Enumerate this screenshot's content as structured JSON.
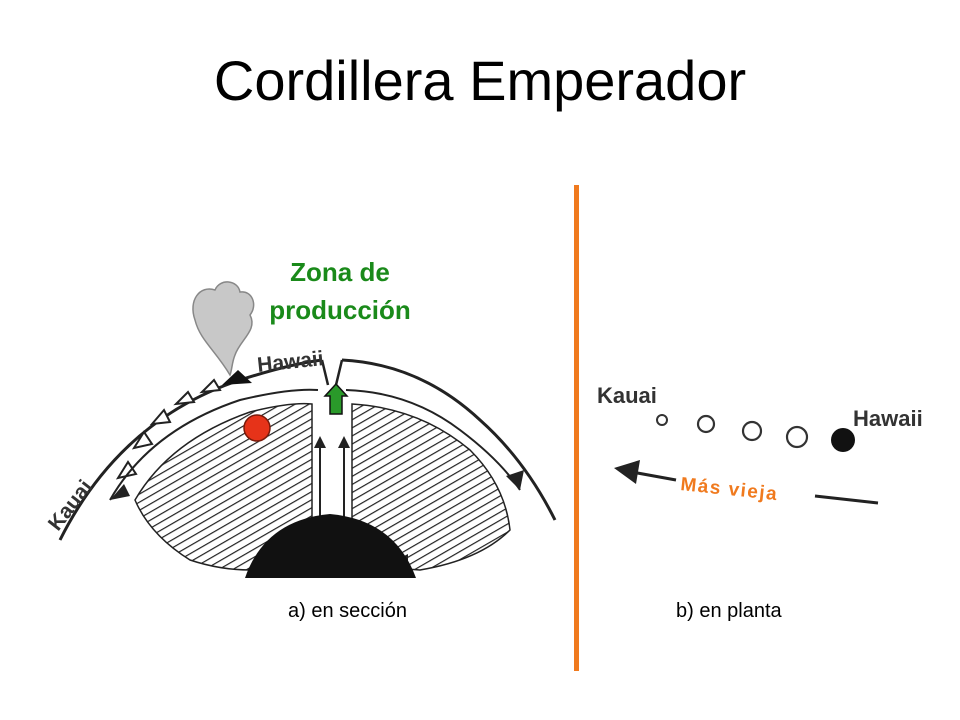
{
  "title": "Cordillera Emperador",
  "zone_label_line1": "Zona de",
  "zone_label_line2": "producción",
  "section": {
    "label_hawaii": "Hawaii",
    "label_kauai": "Kauai",
    "caption": "a) en sección"
  },
  "plan": {
    "label_kauai": "Kauai",
    "label_hawaii": "Hawaii",
    "older_label": "Más vieja",
    "caption": "b) en planta"
  },
  "colors": {
    "zone_label": "#1a8a1a",
    "divider": "#f07a1e",
    "older_label": "#f07a1e",
    "hotspot_marker": "#e63319",
    "upward_arrow": "#2a9a2a"
  }
}
